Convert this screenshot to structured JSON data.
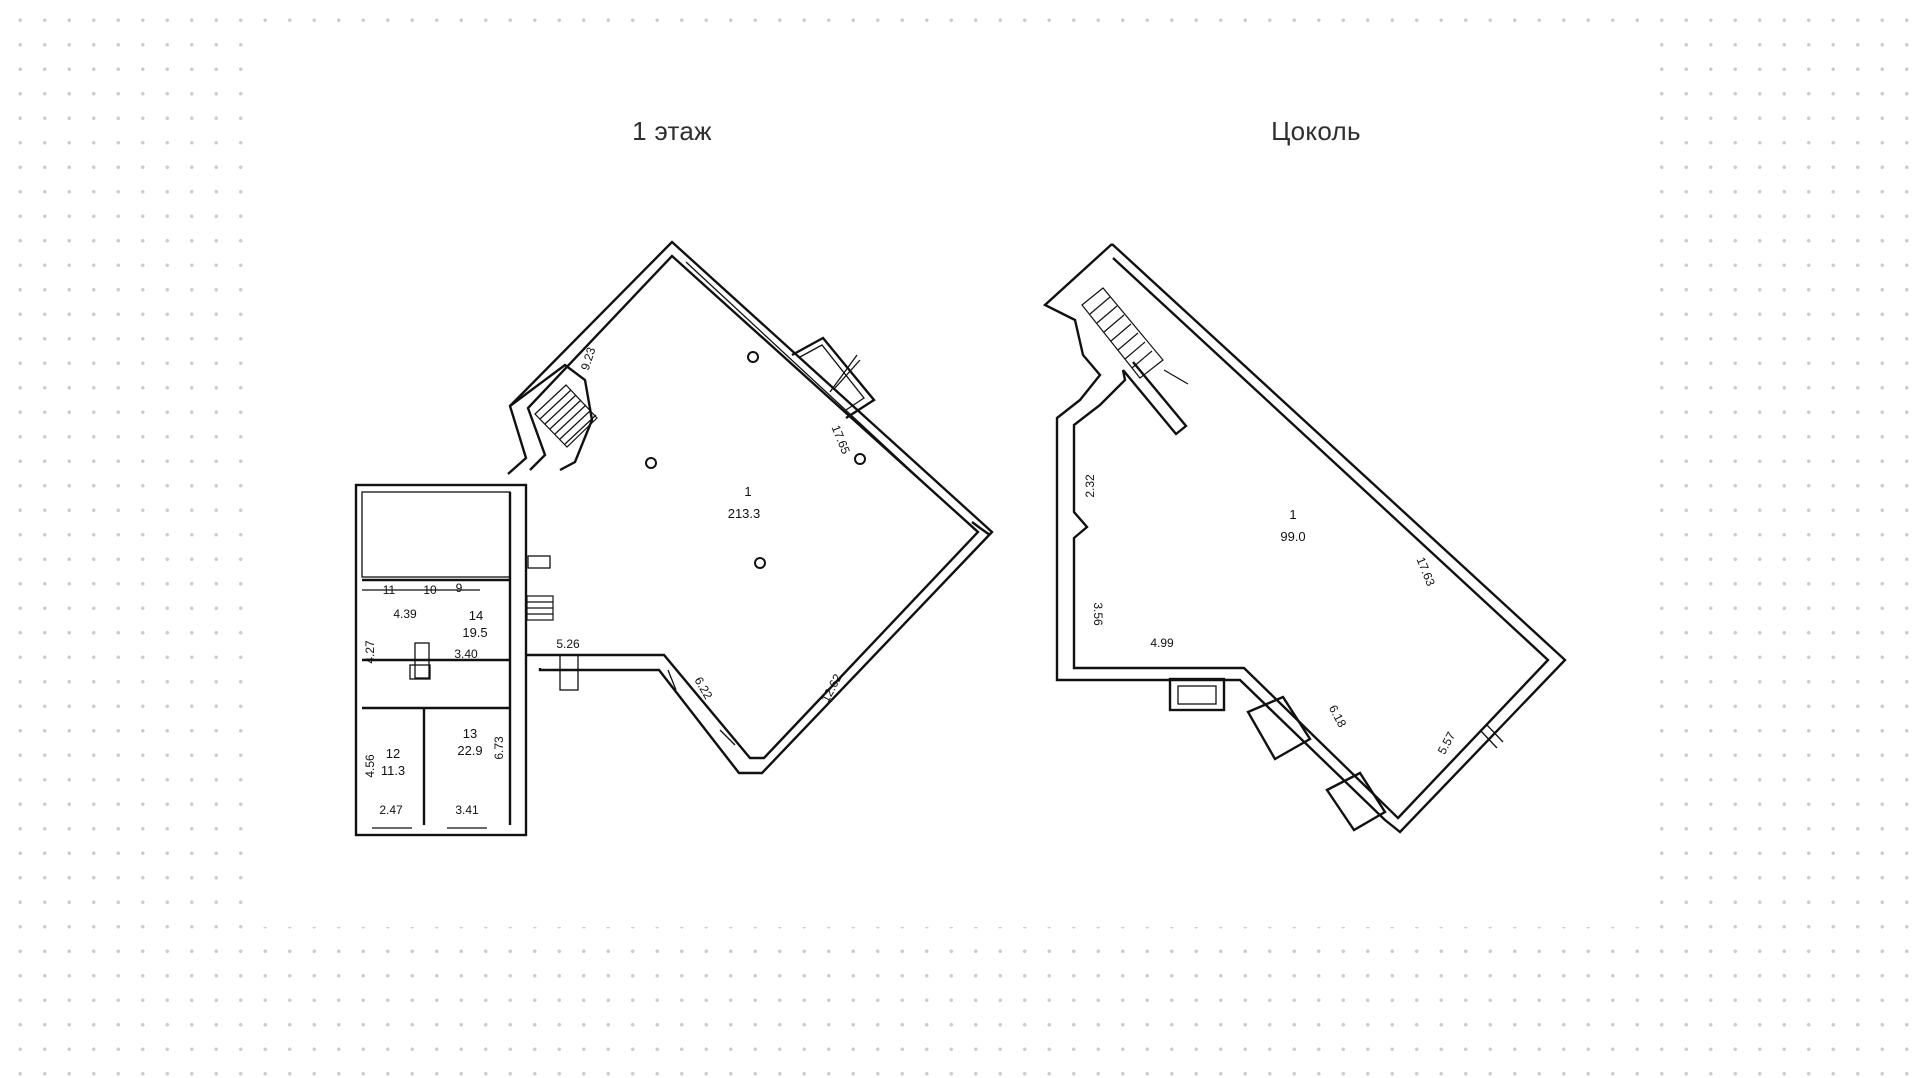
{
  "titles": {
    "floor1": "1 этаж",
    "basement": "Цоколь"
  },
  "floor1": {
    "rooms": [
      {
        "number": "1",
        "area": "213.3"
      },
      {
        "number": "14",
        "area": "19.5"
      },
      {
        "number": "13",
        "area": "22.9"
      },
      {
        "number": "12",
        "area": "11.3"
      },
      {
        "number": "11"
      },
      {
        "number": "10"
      },
      {
        "number": "9"
      }
    ],
    "dimensions": [
      "9.23",
      "17.65",
      "12.62",
      "6.22",
      "5.26",
      "4.39",
      "3.40",
      "4.27",
      "6.73",
      "4.56",
      "2.47",
      "3.41"
    ]
  },
  "basement": {
    "rooms": [
      {
        "number": "1",
        "area": "99.0"
      }
    ],
    "dimensions": [
      "2.32",
      "3.56",
      "4.99",
      "17.63",
      "6.18",
      "5.57"
    ]
  }
}
